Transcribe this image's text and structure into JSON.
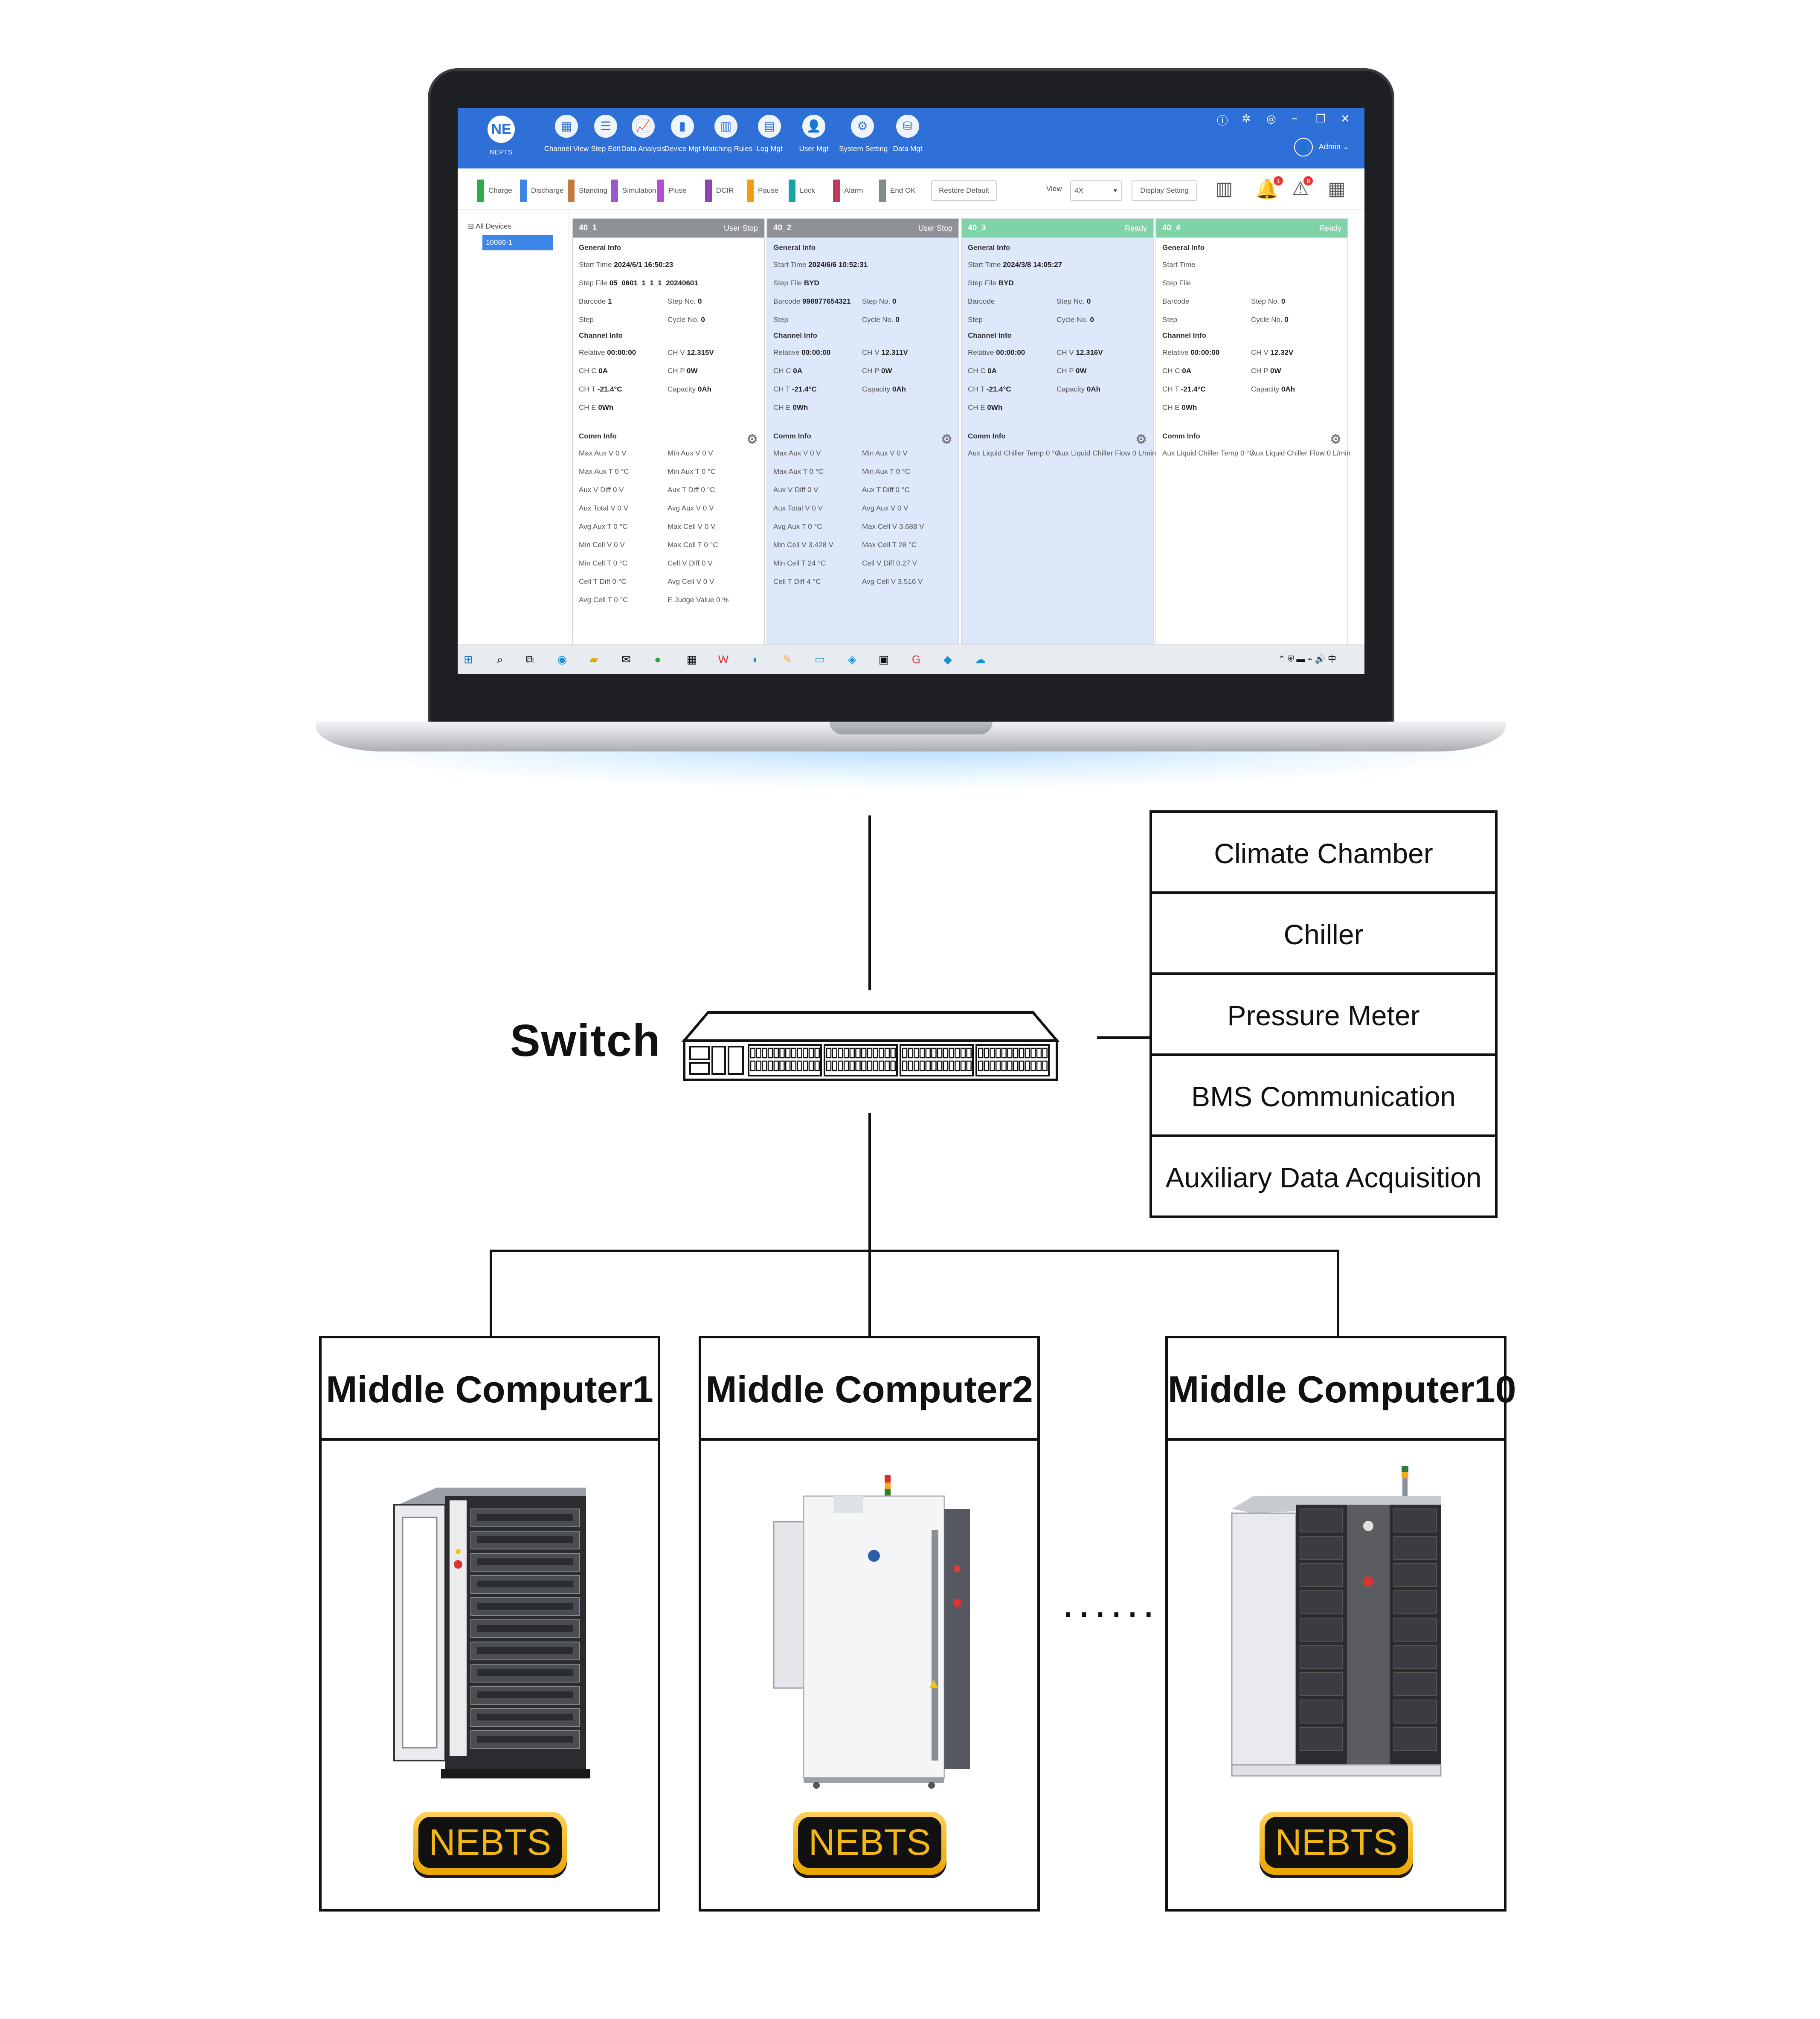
{
  "app": {
    "logo_text": "NE",
    "logo_label": "NEPTS",
    "toolbar": [
      {
        "label": "Channel View",
        "icon": "grid-icon",
        "glyph": "▦"
      },
      {
        "label": "Step Edit",
        "icon": "sliders-icon",
        "glyph": "☰"
      },
      {
        "label": "Data Analysis",
        "icon": "chart-icon",
        "glyph": "📈"
      },
      {
        "label": "Device Mgt",
        "icon": "device-icon",
        "glyph": "▮"
      },
      {
        "label": "Matching Rules",
        "icon": "barcode-icon",
        "glyph": "▥"
      },
      {
        "label": "Log Mgt",
        "icon": "calendar-icon",
        "glyph": "▤"
      },
      {
        "label": "User Mgt",
        "icon": "user-icon",
        "glyph": "👤"
      },
      {
        "label": "System Setting",
        "icon": "gear-icon",
        "glyph": "⚙"
      },
      {
        "label": "Data Mgt",
        "icon": "data-icon",
        "glyph": "⛁"
      }
    ],
    "user": "Admin",
    "legend": [
      {
        "label": "Charge",
        "color": "#2eaa4a"
      },
      {
        "label": "Discharge",
        "color": "#3d86e8"
      },
      {
        "label": "Standing",
        "color": "#c47a3a"
      },
      {
        "label": "Simulation",
        "color": "#9b59d0"
      },
      {
        "label": "Pluse",
        "color": "#b04fd3"
      },
      {
        "label": "DCIR",
        "color": "#8e44ad"
      },
      {
        "label": "Pause",
        "color": "#f39c12"
      },
      {
        "label": "Lock",
        "color": "#1aa3a3"
      },
      {
        "label": "Alarm",
        "color": "#c0395b"
      },
      {
        "label": "End OK",
        "color": "#7f8c8d"
      }
    ],
    "restore_default": "Restore Default",
    "view_label": "View",
    "view_value": "4X",
    "display_setting": "Display Setting",
    "alarm_badge_1": "1",
    "alarm_badge_2": "8",
    "tree_root": "All Devices",
    "tree_node": "10086-1",
    "channels": [
      {
        "id": "40_1",
        "status": "User Stop",
        "head_color": "#8e9196",
        "bg": "#ffffff",
        "start_time": "2024/6/1 16:50:23",
        "step_file": "05_0601_1_1_1_20240601",
        "barcode": "1",
        "step_no": "0",
        "cycle_no": "0",
        "relative": "00:00:00",
        "ch_v": "12.315V",
        "ch_c": "0A",
        "ch_p": "0W",
        "ch_t": "-21.4°C",
        "capacity": "0Ah",
        "ch_e": "0Wh"
      },
      {
        "id": "40_2",
        "status": "User Stop",
        "head_color": "#8e9196",
        "bg": "#dde9fb",
        "start_time": "2024/6/6 10:52:31",
        "step_file": "BYD",
        "barcode": "998877654321",
        "step_no": "0",
        "cycle_no": "0",
        "relative": "00:00:00",
        "ch_v": "12.311V",
        "ch_c": "0A",
        "ch_p": "0W",
        "ch_t": "-21.4°C",
        "capacity": "0Ah",
        "ch_e": "0Wh"
      },
      {
        "id": "40_3",
        "status": "Ready",
        "head_color": "#7ed3a7",
        "bg": "#dde9fb",
        "start_time": "2024/3/8 14:05:27",
        "step_file": "BYD",
        "barcode": "",
        "step_no": "0",
        "cycle_no": "0",
        "relative": "00:00:00",
        "ch_v": "12.316V",
        "ch_c": "0A",
        "ch_p": "0W",
        "ch_t": "-21.4°C",
        "capacity": "0Ah",
        "ch_e": "0Wh"
      },
      {
        "id": "40_4",
        "status": "Ready",
        "head_color": "#7ed3a7",
        "bg": "#ffffff",
        "start_time": "",
        "step_file": "",
        "barcode": "",
        "step_no": "0",
        "cycle_no": "0",
        "relative": "00:00:00",
        "ch_v": "12.32V",
        "ch_c": "0A",
        "ch_p": "0W",
        "ch_t": "-21.4°C",
        "capacity": "0Ah",
        "ch_e": "0Wh"
      }
    ],
    "labels": {
      "general_info": "General Info",
      "start_time": "Start Time",
      "step_file": "Step File",
      "barcode": "Barcode",
      "step_no": "Step No.",
      "step": "Step",
      "cycle_no": "Cycle No.",
      "channel_info": "Channel Info",
      "relative": "Relative",
      "ch_v": "CH V",
      "ch_c": "CH C",
      "ch_p": "CH P",
      "ch_t": "CH T",
      "capacity": "Capacity",
      "ch_e": "CH E",
      "comm_info": "Comm Info"
    },
    "comm_rows": [
      [
        "Max Aux V 0 V",
        "Min Aux V 0 V"
      ],
      [
        "Max Aux T 0 °C",
        "Min Aux T 0 °C"
      ],
      [
        "Aux V Diff 0 V",
        "Aux T Diff 0 °C"
      ],
      [
        "Aux Total V 0 V",
        "Avg Aux V 0 V"
      ],
      [
        "Avg Aux T 0 °C",
        "Max Cell V 0 V"
      ],
      [
        "Min Cell V 0 V",
        "Max Cell T 0 °C"
      ],
      [
        "Min Cell T 0 °C",
        "Cell V Diff 0 V"
      ],
      [
        "Cell T Diff  0 °C",
        "Avg Cell V 0 V"
      ],
      [
        "Avg Cell T 0 °C",
        "E Judge Value 0 %"
      ]
    ],
    "comm_rows_2": [
      [
        "Max Aux V 0 V",
        "Min Aux V 0 V"
      ],
      [
        "Max Aux T 0 °C",
        "Min Aux T 0 °C"
      ],
      [
        "Aux V Diff 0 V",
        "Aux T Diff 0 °C"
      ],
      [
        "Aux Total V 0 V",
        "Avg Aux V 0 V"
      ],
      [
        "Avg Aux T 0 °C",
        "Max Cell V  3.688 V"
      ],
      [
        "Min Cell V  3.428 V",
        "Max Cell T  28 °C"
      ],
      [
        "Min Cell T  24 °C",
        "Cell V Diff  0.27 V"
      ],
      [
        "Cell T Diff  4 °C",
        "Avg Cell V  3.516 V"
      ]
    ],
    "comm_rows_34": [
      "Aux Liquid Chiller Temp 0 °C",
      "Aux Liquid Chiller Flow 0 L/min"
    ]
  },
  "diagram": {
    "switch_label": "Switch",
    "peripherals": [
      "Climate Chamber",
      "Chiller",
      "Pressure Meter",
      "BMS Communication",
      "Auxiliary Data Acquisition"
    ],
    "middle_computers": [
      {
        "title": "Middle Computer1",
        "badge": "NEBTS"
      },
      {
        "title": "Middle Computer2",
        "badge": "NEBTS"
      },
      {
        "title": "Middle Computer10",
        "badge": "NEBTS"
      }
    ],
    "ellipsis": "......"
  }
}
